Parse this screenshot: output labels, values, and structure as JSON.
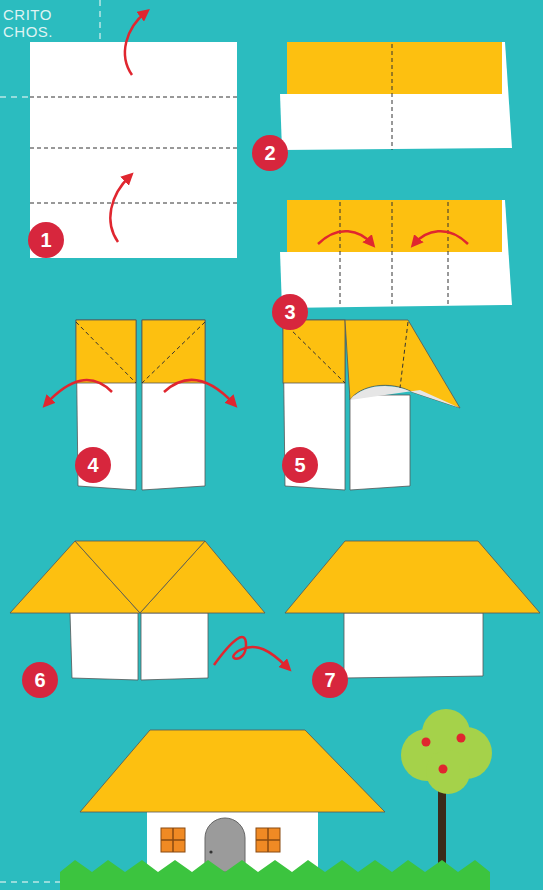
{
  "diagram": {
    "labels": [
      "CRITO",
      "CHOS.",
      "1",
      "2",
      "3",
      "4",
      "5",
      "6",
      "7"
    ]
  }
}
